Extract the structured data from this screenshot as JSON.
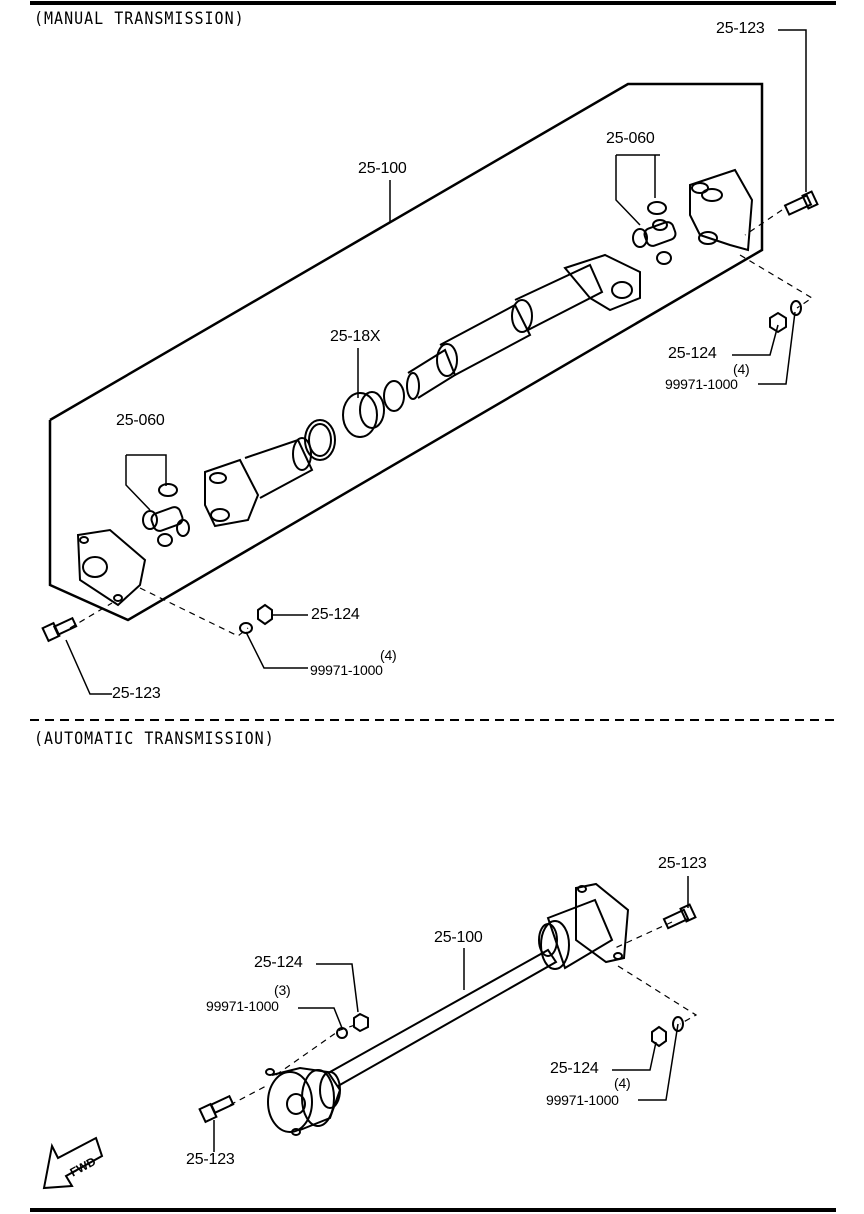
{
  "sections": {
    "manual_header": "(MANUAL TRANSMISSION)",
    "automatic_header": "(AUTOMATIC TRANSMISSION)"
  },
  "manual": {
    "bolt_top": "25-123",
    "shaft": "25-100",
    "joint_top": "25-060",
    "nut_right": "25-124",
    "qty_right": "(4)",
    "washer_right": "99971-1000",
    "slip_yoke": "25-18X",
    "joint_bottom": "25-060",
    "nut_bottom": "25-124",
    "qty_bottom": "(4)",
    "washer_bottom": "99971-1000",
    "bolt_bottom": "25-123"
  },
  "automatic": {
    "bolt_top": "25-123",
    "shaft": "25-100",
    "nut_left": "25-124",
    "qty_left": "(3)",
    "washer_left": "99971-1000",
    "nut_right": "25-124",
    "qty_right": "(4)",
    "washer_right": "99971-1000",
    "bolt_bottom": "25-123"
  },
  "fwd_label": "FWD"
}
